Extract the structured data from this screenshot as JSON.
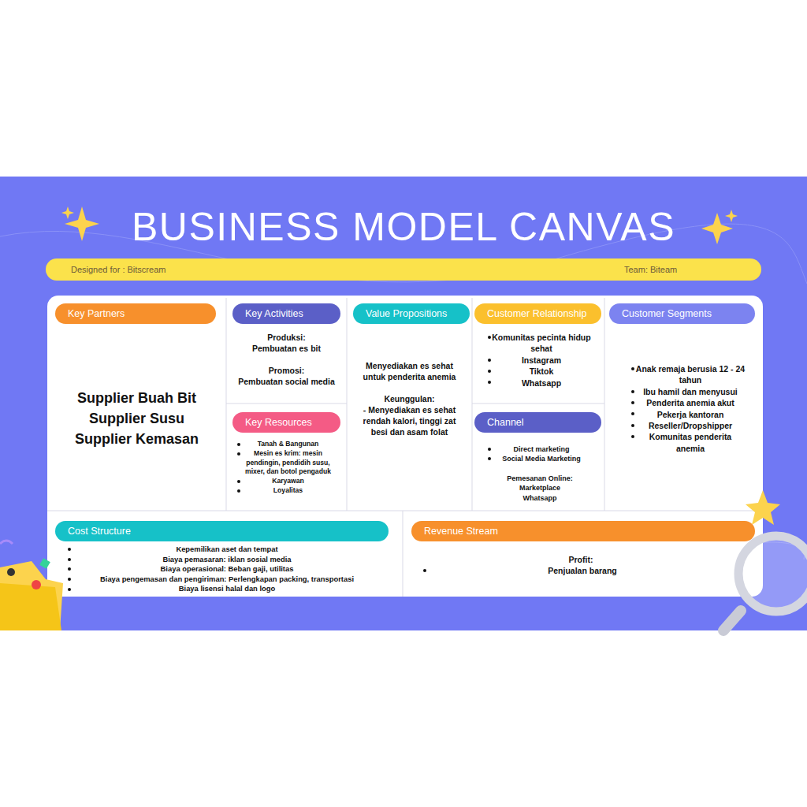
{
  "diagram": {
    "title": "BUSINESS MODEL CANVAS",
    "nodes": [
      {
        "text": [
          "Designed for : Bitscream",
          "Team: Biteam"
        ]
      },
      {
        "text": [
          "Key Partners",
          "Supplier Buah Bit",
          "Supplier Susu",
          "Supplier Kemasan"
        ]
      },
      {
        "text": [
          "Key Activities",
          "Produksi:",
          "Pembuatan es bit",
          "Promosi:",
          "Pembuatan social media"
        ]
      },
      {
        "text": [
          "Key Resources",
          "Tanah & Bangunan",
          "Mesin es krim: mesin pendingin, pendidih susu, mixer, dan botol pengaduk",
          "Karyawan",
          "Loyalitas"
        ]
      },
      {
        "text": [
          "Value Propositions",
          "Menyediakan es sehat untuk penderita anemia",
          "Keunggulan:",
          "- Menyediakan es sehat rendah kalori, tinggi zat besi dan asam folat"
        ]
      },
      {
        "text": [
          "Customer Relationship",
          "Komunitas pecinta hidup sehat",
          "Instagram",
          "Tiktok",
          "Whatsapp"
        ]
      },
      {
        "text": [
          "Channel",
          "Direct marketing",
          "Social Media Marketing",
          "Pemesanan Online:",
          "Marketplace",
          "Whatsapp"
        ]
      },
      {
        "text": [
          "Customer Segments",
          "Anak remaja berusia 12 - 24 tahun",
          "Ibu hamil dan menyusui",
          "Penderita anemia akut",
          "Pekerja kantoran",
          "Reseller/Dropshipper",
          "Komunitas penderita anemia"
        ]
      },
      {
        "text": [
          "Cost Structure",
          "Kepemilikan aset dan tempat",
          "Biaya pemasaran: iklan sosial media",
          "Biaya operasional: Beban gaji, utilitas",
          "Biaya pengemasan dan pengiriman: Perlengkapan packing, transportasi",
          "Biaya lisensi halal dan logo"
        ]
      },
      {
        "text": [
          "Revenue Stream",
          "Profit:",
          "Penjualan barang"
        ]
      }
    ]
  }
}
